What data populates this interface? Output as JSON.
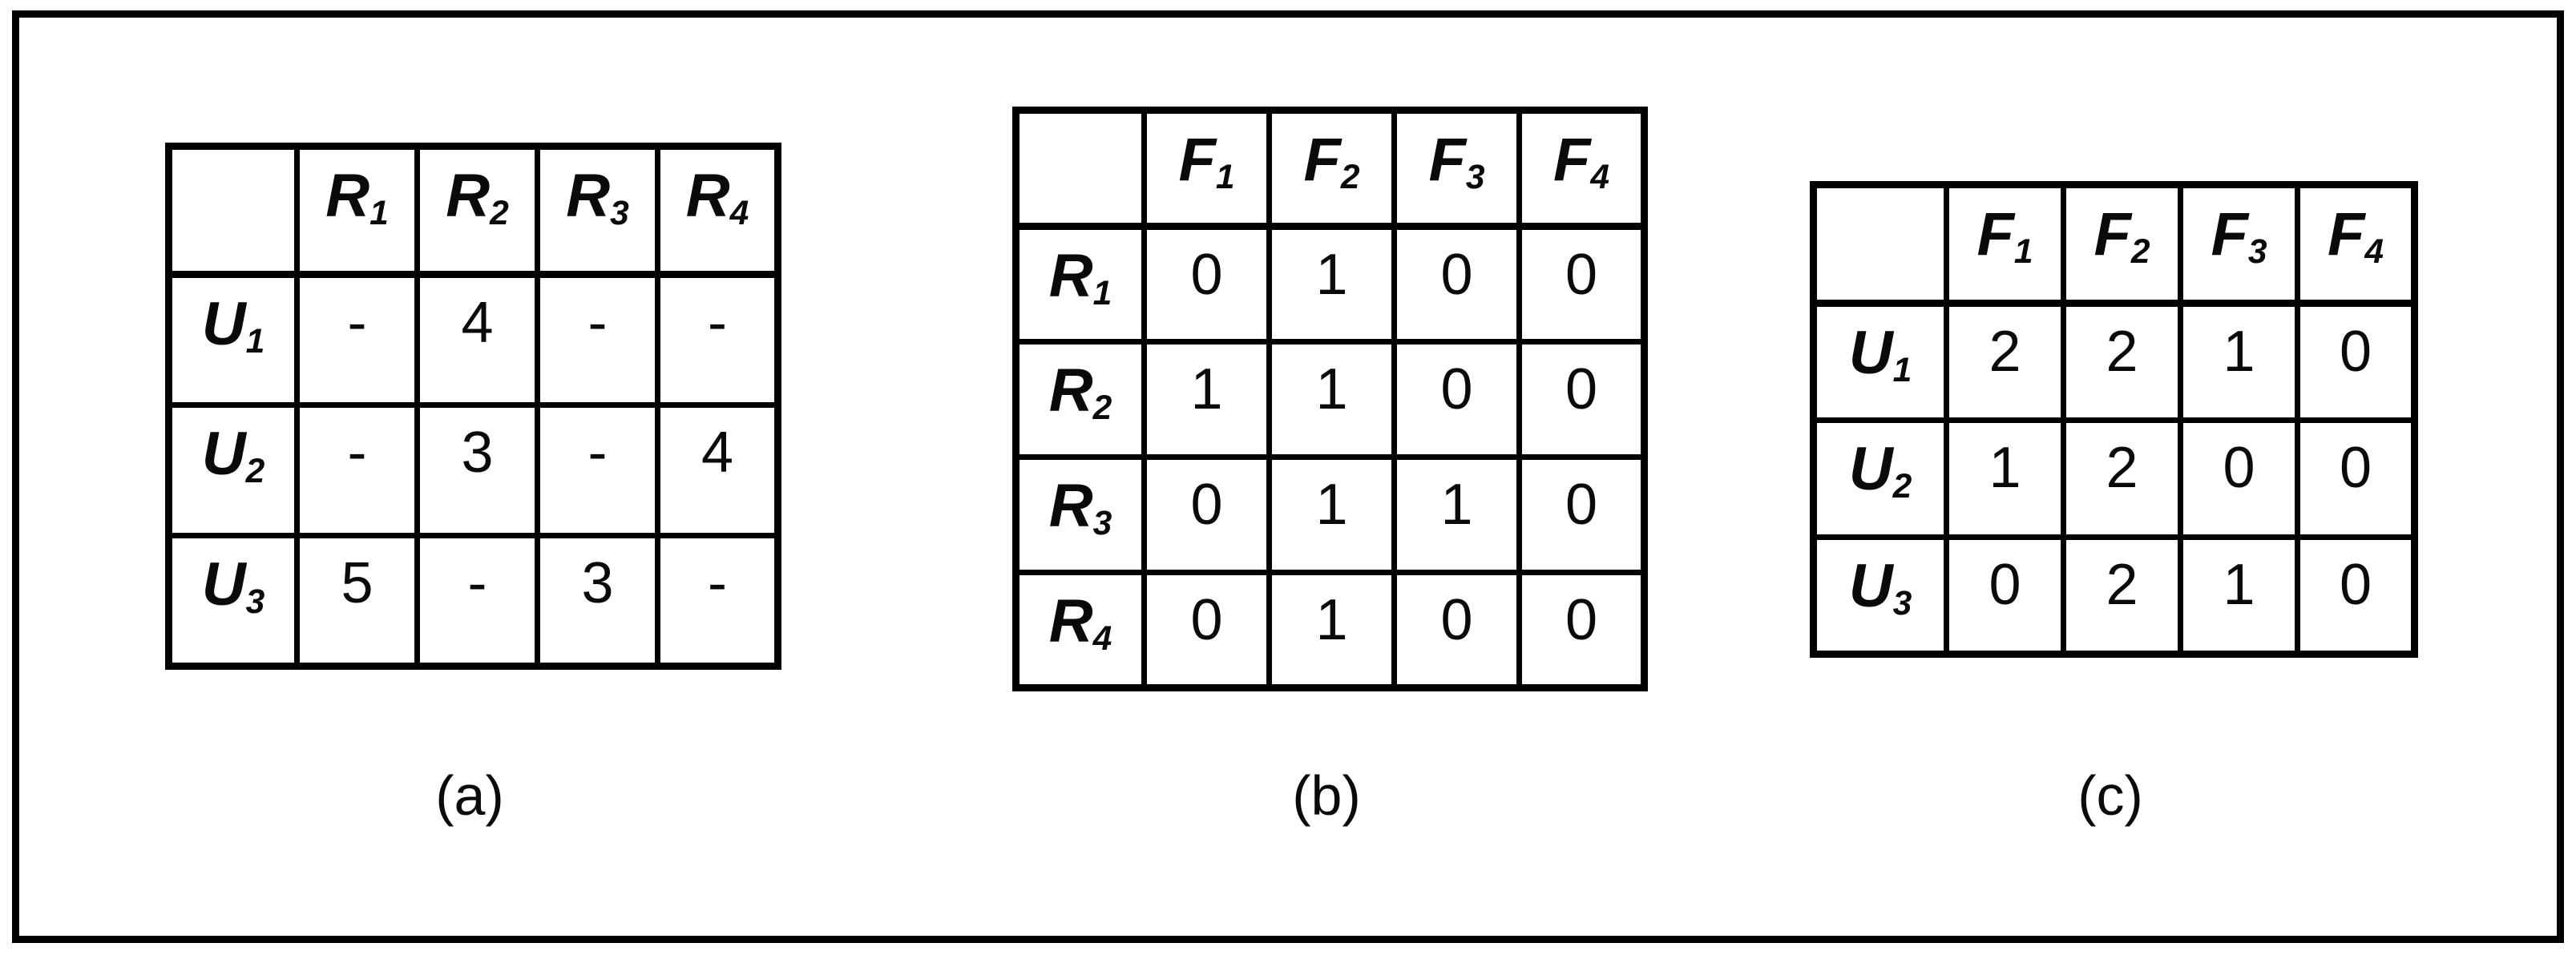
{
  "figure": {
    "colors": {
      "background": "#ffffff",
      "border": "#000000",
      "text": "#0a0a0a"
    },
    "tables": {
      "a": {
        "caption": "(a)",
        "corner_label": "",
        "columns": [
          {
            "base": "R",
            "sub": "1"
          },
          {
            "base": "R",
            "sub": "2"
          },
          {
            "base": "R",
            "sub": "3"
          },
          {
            "base": "R",
            "sub": "4"
          }
        ],
        "rows": [
          {
            "label": {
              "base": "U",
              "sub": "1"
            },
            "cells": [
              "-",
              "4",
              "-",
              "-"
            ]
          },
          {
            "label": {
              "base": "U",
              "sub": "2"
            },
            "cells": [
              "-",
              "3",
              "-",
              "4"
            ]
          },
          {
            "label": {
              "base": "U",
              "sub": "3"
            },
            "cells": [
              "5",
              "-",
              "3",
              "-"
            ]
          }
        ]
      },
      "b": {
        "caption": "(b)",
        "corner_label": "",
        "columns": [
          {
            "base": "F",
            "sub": "1"
          },
          {
            "base": "F",
            "sub": "2"
          },
          {
            "base": "F",
            "sub": "3"
          },
          {
            "base": "F",
            "sub": "4"
          }
        ],
        "rows": [
          {
            "label": {
              "base": "R",
              "sub": "1"
            },
            "cells": [
              "0",
              "1",
              "0",
              "0"
            ]
          },
          {
            "label": {
              "base": "R",
              "sub": "2"
            },
            "cells": [
              "1",
              "1",
              "0",
              "0"
            ]
          },
          {
            "label": {
              "base": "R",
              "sub": "3"
            },
            "cells": [
              "0",
              "1",
              "1",
              "0"
            ]
          },
          {
            "label": {
              "base": "R",
              "sub": "4"
            },
            "cells": [
              "0",
              "1",
              "0",
              "0"
            ]
          }
        ]
      },
      "c": {
        "caption": "(c)",
        "corner_label": "",
        "columns": [
          {
            "base": "F",
            "sub": "1"
          },
          {
            "base": "F",
            "sub": "2"
          },
          {
            "base": "F",
            "sub": "3"
          },
          {
            "base": "F",
            "sub": "4"
          }
        ],
        "rows": [
          {
            "label": {
              "base": "U",
              "sub": "1"
            },
            "cells": [
              "2",
              "2",
              "1",
              "0"
            ]
          },
          {
            "label": {
              "base": "U",
              "sub": "2"
            },
            "cells": [
              "1",
              "2",
              "0",
              "0"
            ]
          },
          {
            "label": {
              "base": "U",
              "sub": "3"
            },
            "cells": [
              "0",
              "2",
              "1",
              "0"
            ]
          }
        ]
      }
    }
  }
}
